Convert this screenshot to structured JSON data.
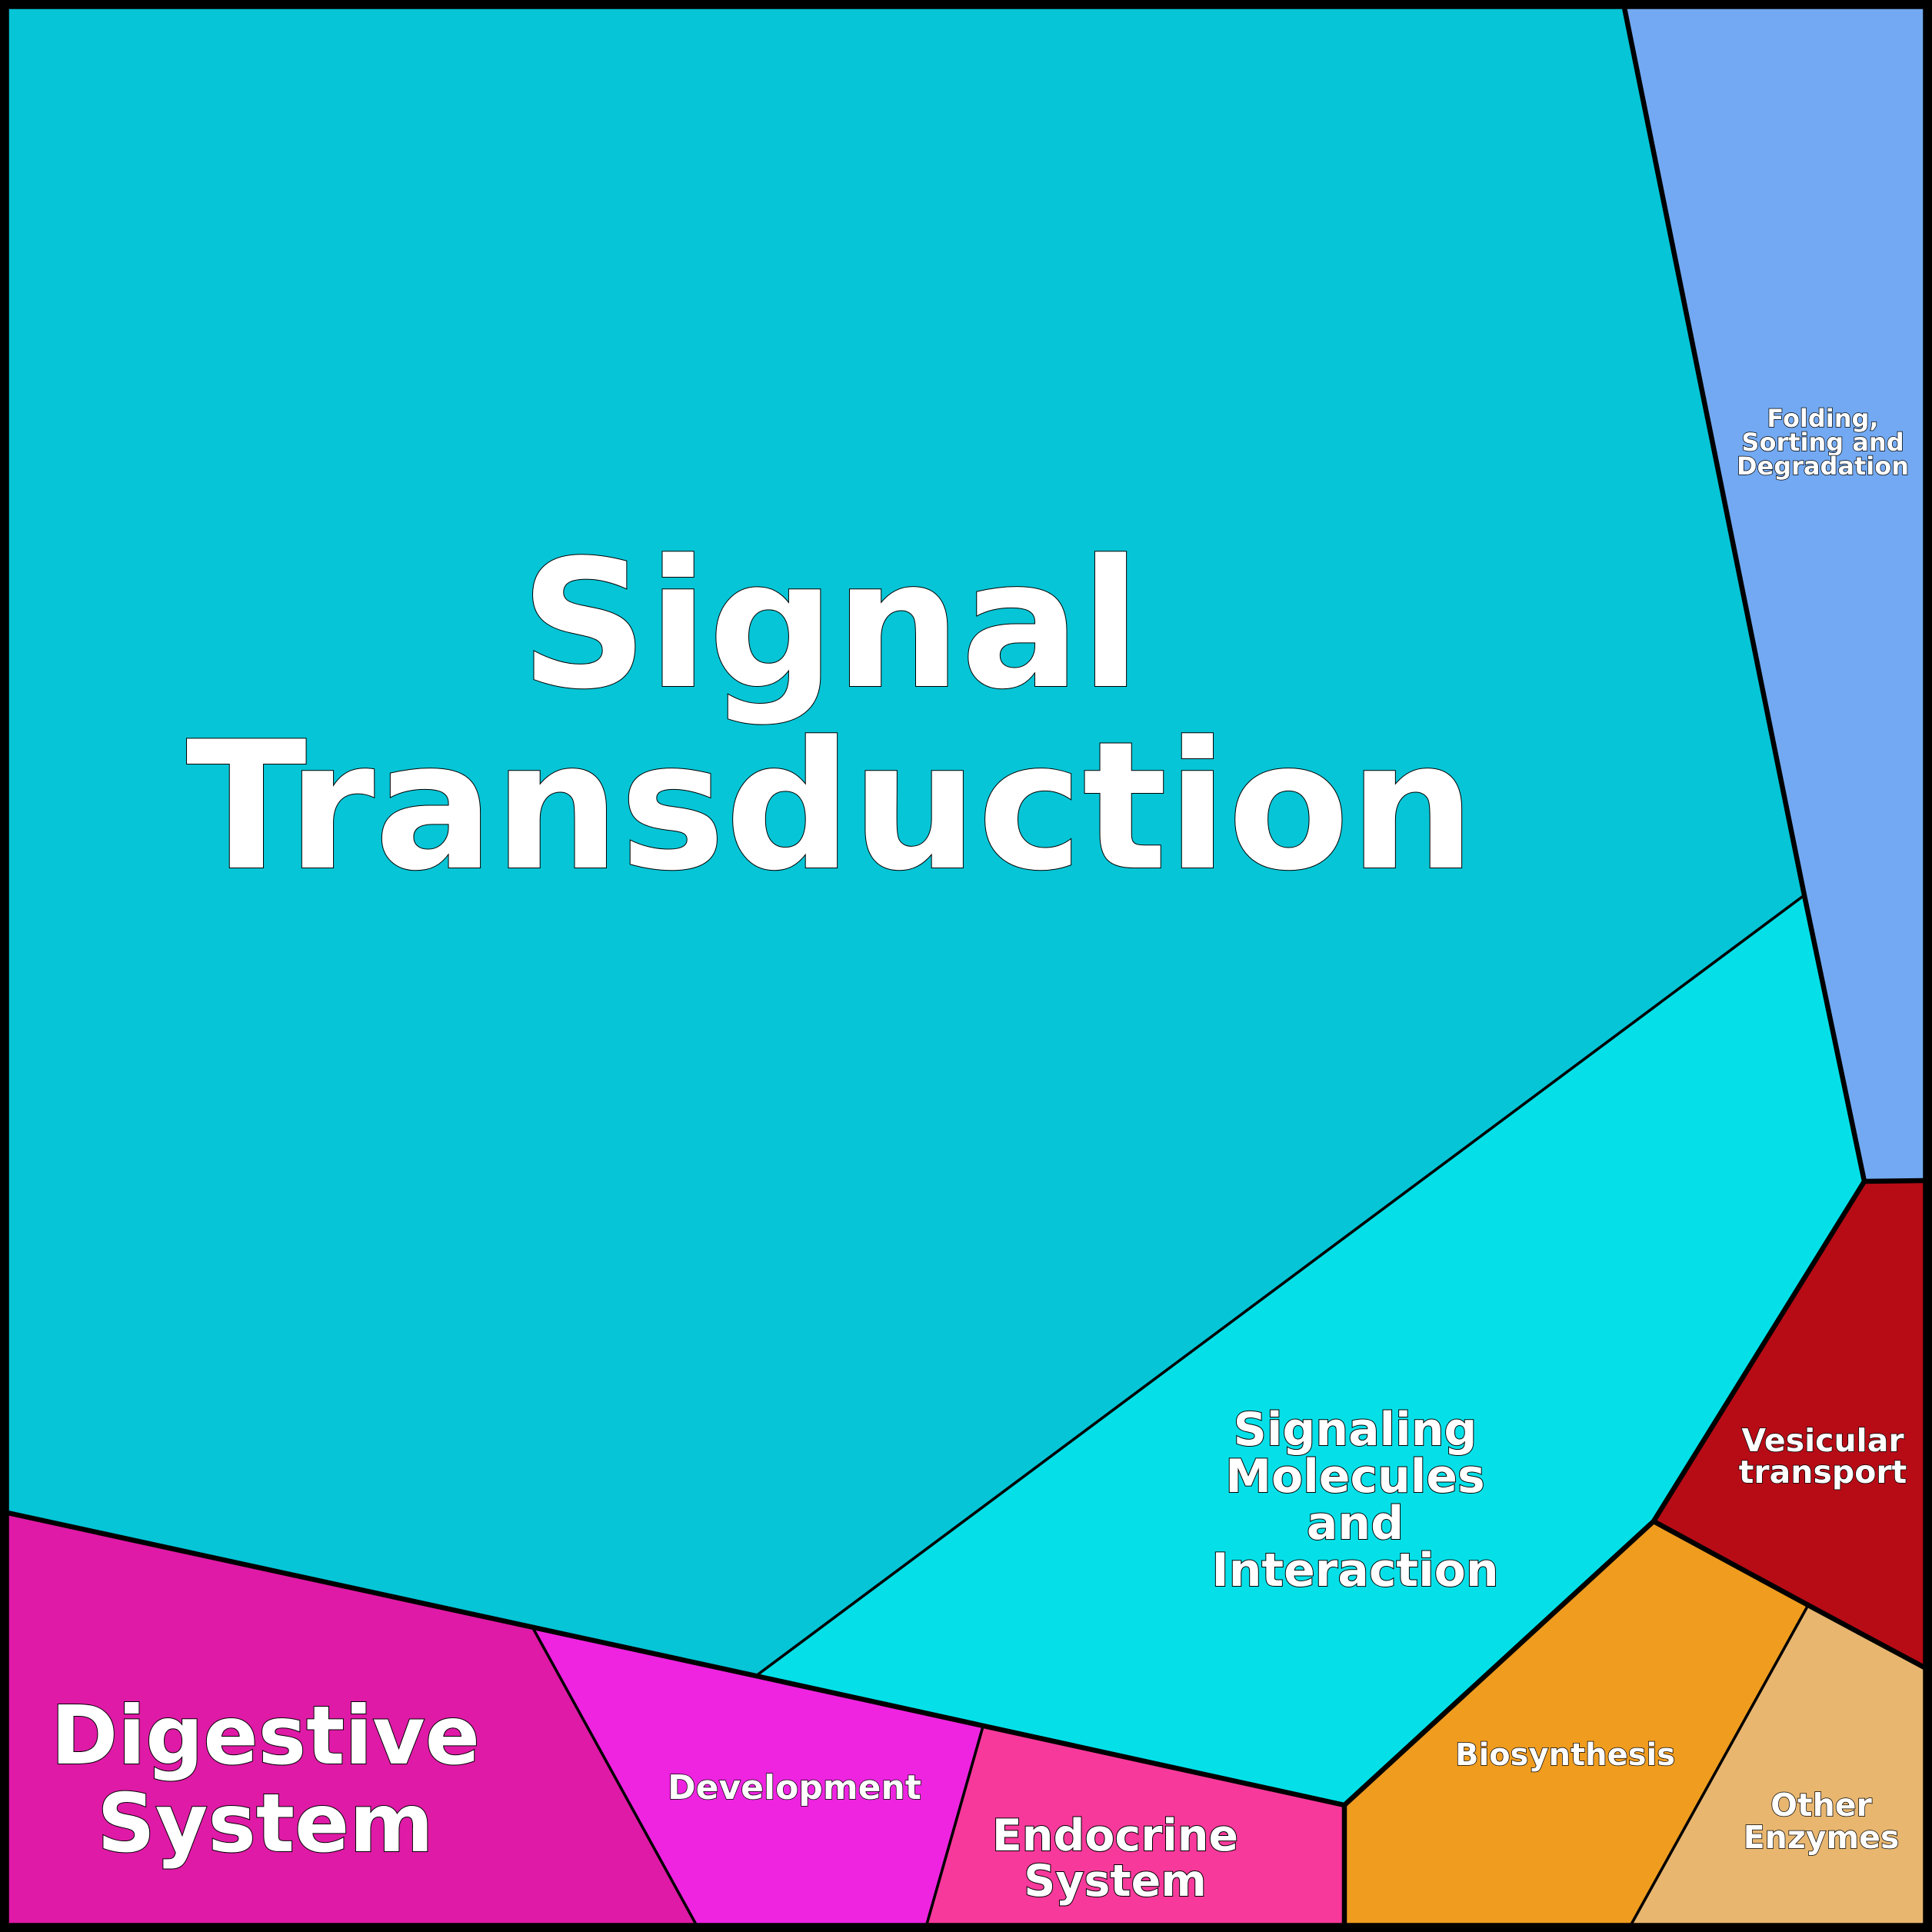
{
  "cells": [
    {
      "id": "signal-transduction",
      "lines": [
        "Signal",
        "Transduction"
      ],
      "color": "#06c5d6"
    },
    {
      "id": "folding-sorting-degradation",
      "lines": [
        "Folding,",
        "Sorting and",
        "Degradation"
      ],
      "color": "#72a9f2"
    },
    {
      "id": "signaling-molecules-interaction",
      "lines": [
        "Signaling",
        "Molecules",
        "and",
        "Interaction"
      ],
      "color": "#05e0e8"
    },
    {
      "id": "vesicular-transport",
      "lines": [
        "Vesicular",
        "transport"
      ],
      "color": "#b70c16"
    },
    {
      "id": "digestive-system",
      "lines": [
        "Digestive",
        "System"
      ],
      "color": "#df1aa6"
    },
    {
      "id": "development",
      "lines": [
        "Development"
      ],
      "color": "#ee24e0"
    },
    {
      "id": "endocrine-system",
      "lines": [
        "Endocrine",
        "System"
      ],
      "color": "#f7399b"
    },
    {
      "id": "biosynthesis",
      "lines": [
        "Biosynthesis"
      ],
      "color": "#ef9c1f"
    },
    {
      "id": "other-enzymes",
      "lines": [
        "Other",
        "Enzymes"
      ],
      "color": "#e8b66f"
    }
  ]
}
